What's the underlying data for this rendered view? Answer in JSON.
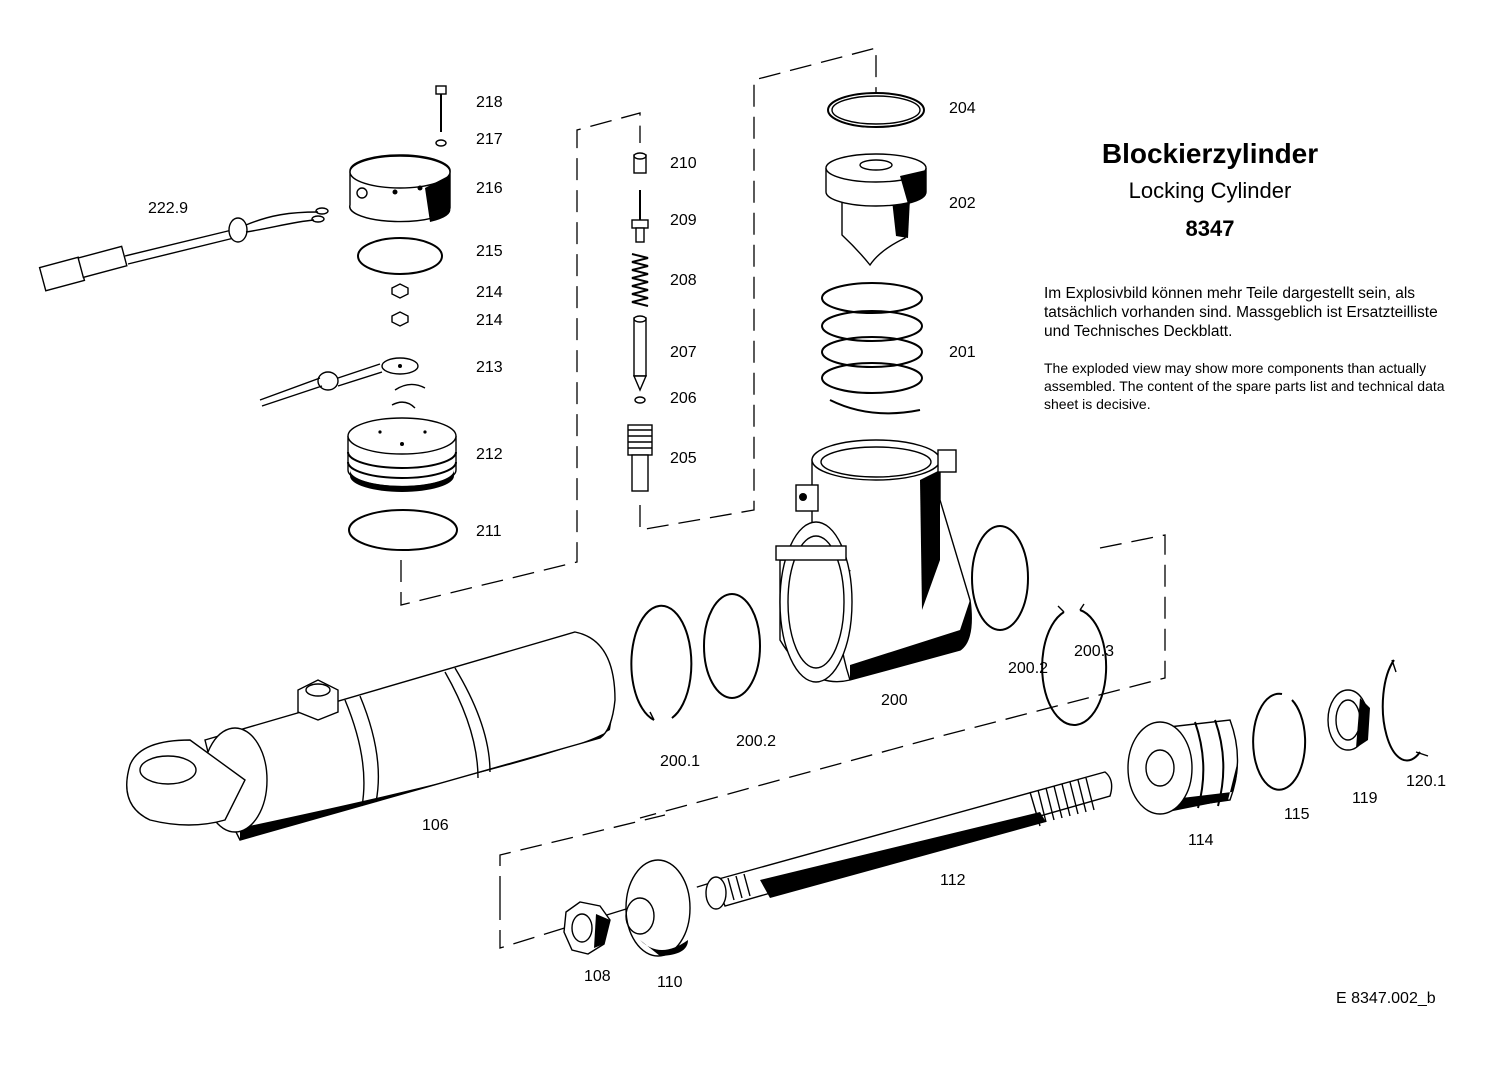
{
  "title": {
    "de": "Blockierzylinder",
    "en": "Locking Cylinder",
    "number": "8347"
  },
  "notes": {
    "de": "Im Explosivbild können mehr Teile dargestellt sein, als tatsächlich vorhanden sind. Massgeblich ist Ersatzteilliste und Technisches Deckblatt.",
    "en": "The exploded view may show more components than actually assembled. The content of the spare parts list and technical data sheet is decisive."
  },
  "doc_ref": "E  8347.002_b",
  "parts": {
    "p218": "218",
    "p217": "217",
    "p216": "216",
    "p2229": "222.9",
    "p215": "215",
    "p214a": "214",
    "p214b": "214",
    "p213": "213",
    "p212": "212",
    "p211": "211",
    "p210": "210",
    "p209": "209",
    "p208": "208",
    "p207": "207",
    "p206": "206",
    "p205": "205",
    "p204": "204",
    "p202": "202",
    "p201": "201",
    "p200": "200",
    "p2002a": "200.2",
    "p2003": "200.3",
    "p2001": "200.1",
    "p2002b": "200.2",
    "p106": "106",
    "p114": "114",
    "p115": "115",
    "p119": "119",
    "p1201": "120.1",
    "p112": "112",
    "p108": "108",
    "p110": "110"
  }
}
